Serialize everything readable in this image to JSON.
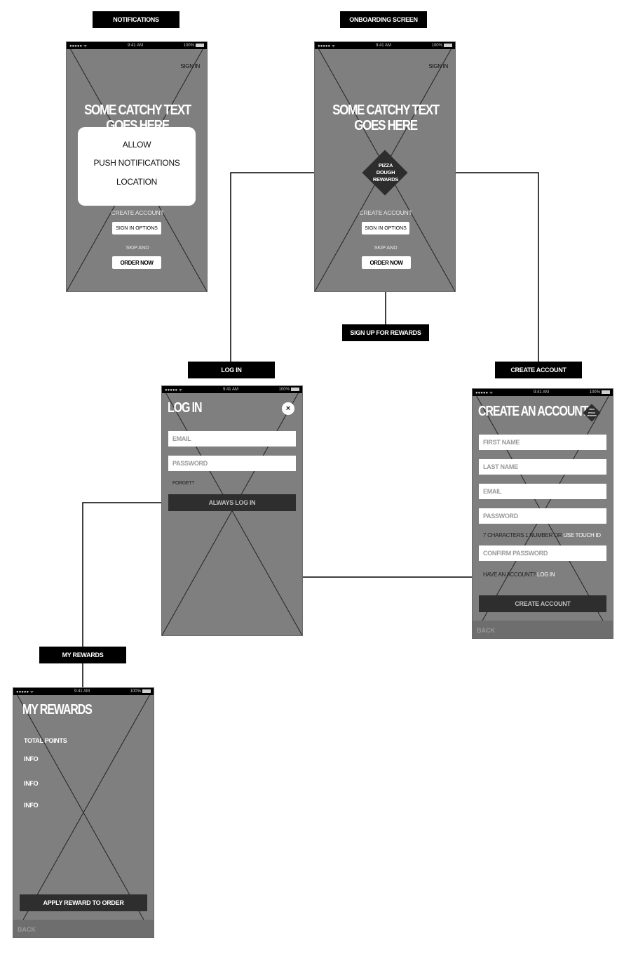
{
  "labels": {
    "notifications": "NOTIFICATIONS",
    "onboarding": "ONBOARDING SCREEN",
    "signup_rewards": "SIGN UP FOR REWARDS",
    "login": "LOG IN",
    "create_account": "CREATE ACCOUNT",
    "my_rewards": "MY REWARDS"
  },
  "status_bar": {
    "signal": "●●●●● ᯤ",
    "time": "9:41 AM",
    "battery": "100%"
  },
  "notifications_screen": {
    "sign_in": "SIGN IN",
    "catchy_text": "SOME CATCHY TEXT GOES HERE",
    "popup": {
      "line1": "ALLOW",
      "line2": "PUSH NOTIFICATIONS",
      "line3": "LOCATION"
    },
    "create_account": "CREATE ACCOUNT",
    "sign_in_options": "SIGN IN OPTIONS",
    "skip_and": "SKIP AND",
    "order_now": "ORDER NOW"
  },
  "onboarding_screen": {
    "sign_in": "SIGN IN",
    "catchy_text": "SOME CATCHY TEXT GOES HERE",
    "logo": {
      "line1": "PIZZA",
      "line2": "DOUGH",
      "line3": "REWARDS"
    },
    "create_account": "CREATE ACCOUNT",
    "sign_in_options": "SIGN IN OPTIONS",
    "skip_and": "SKIP AND",
    "order_now": "ORDER NOW"
  },
  "login_screen": {
    "title": "LOG IN",
    "close": "×",
    "email_placeholder": "EMAIL",
    "password_placeholder": "PASSWORD",
    "forget": "FORGET?",
    "button": "ALWAYS LOG IN"
  },
  "create_account_screen": {
    "title": "CREATE  AN ACCOUNT",
    "logo": {
      "line1": "PIZZA",
      "line2": "DOUGH",
      "line3": "REWARDS"
    },
    "first_name": "FIRST NAME",
    "last_name": "LAST NAME",
    "email": "EMAIL",
    "password": "PASSWORD",
    "password_hint": "7 CHARACTERS 1 NUMBER OR",
    "touch_id": "USE TOUCH ID",
    "confirm_password": "CONFIRM PASSWORD",
    "have_account": "HAVE AN ACCOUNT?",
    "log_in_link": "LOG IN",
    "button": "CREATE ACCOUNT",
    "back": "BACK"
  },
  "rewards_screen": {
    "title": "MY REWARDS",
    "total_points": "TOTAL POINTS",
    "info_items": [
      "INFO",
      "INFO",
      "INFO"
    ],
    "button": "APPLY REWARD TO ORDER",
    "back": "BACK"
  }
}
